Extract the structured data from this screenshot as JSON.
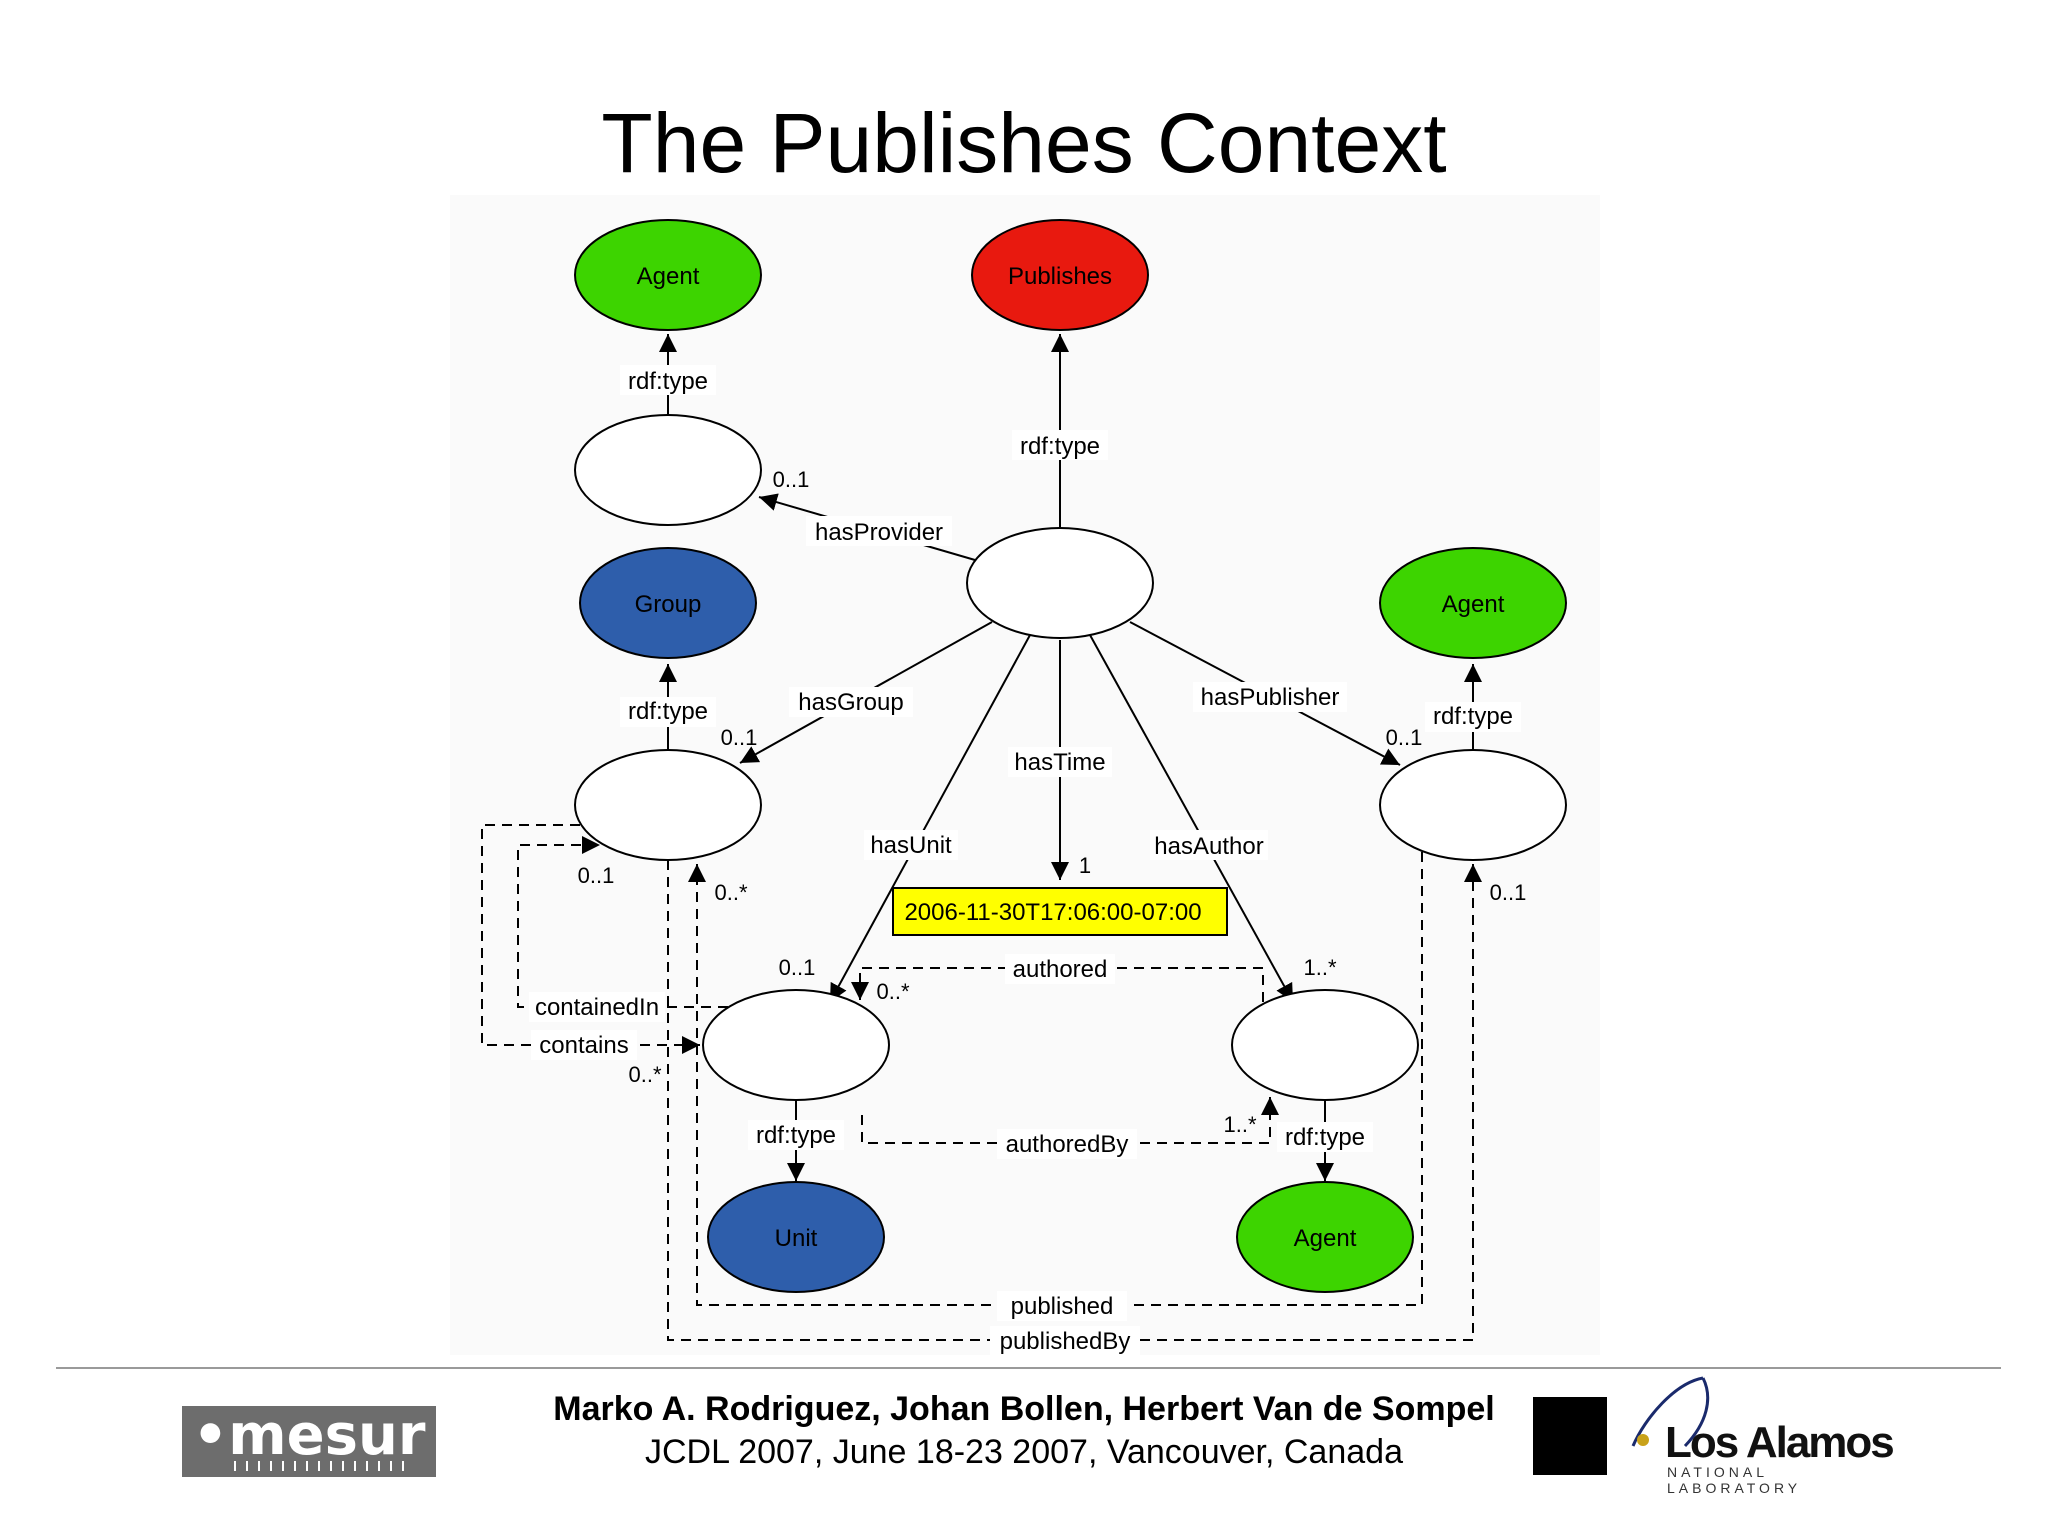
{
  "title": "The Publishes Context",
  "nodes": {
    "agent_top": "Agent",
    "publishes": "Publishes",
    "group": "Group",
    "agent_right": "Agent",
    "unit": "Unit",
    "agent_bottom": "Agent"
  },
  "edges": {
    "rdf_type_agent_top": "rdf:type",
    "rdf_type_publishes": "rdf:type",
    "has_provider": "hasProvider",
    "has_provider_card": "0..1",
    "rdf_type_group": "rdf:type",
    "has_group": "hasGroup",
    "has_group_card": "0..1",
    "has_time": "hasTime",
    "has_time_card": "1",
    "has_publisher": "hasPublisher",
    "has_publisher_card": "0..1",
    "rdf_type_agent_right": "rdf:type",
    "has_unit": "hasUnit",
    "has_unit_card": "0..1",
    "has_author": "hasAuthor",
    "has_author_card": "1..*",
    "timestamp": "2006-11-30T17:06:00-07:00",
    "authored": "authored",
    "authored_card": "0..*",
    "authored_by": "authoredBy",
    "authored_by_card": "1..*",
    "contained_in": "containedIn",
    "contained_in_card": "0..1",
    "contains": "contains",
    "contains_card": "0..*",
    "group_published_card": "0..*",
    "right_published_by_card": "0..1",
    "rdf_type_unit": "rdf:type",
    "rdf_type_agent_bottom": "rdf:type",
    "published": "published",
    "published_by": "publishedBy"
  },
  "colors": {
    "agent": "#3dd400",
    "publishes": "#e8190f",
    "group": "#2e5eab",
    "unit": "#2e5eab",
    "timestamp_bg": "#ffff00"
  },
  "footer": {
    "authors": "Marko A. Rodriguez, Johan Bollen, Herbert Van de Sompel",
    "venue": "JCDL 2007, June 18-23 2007, Vancouver, Canada",
    "left_logo": "•mesur",
    "right_logo_name": "Los Alamos",
    "right_logo_sub": "NATIONAL LABORATORY"
  }
}
